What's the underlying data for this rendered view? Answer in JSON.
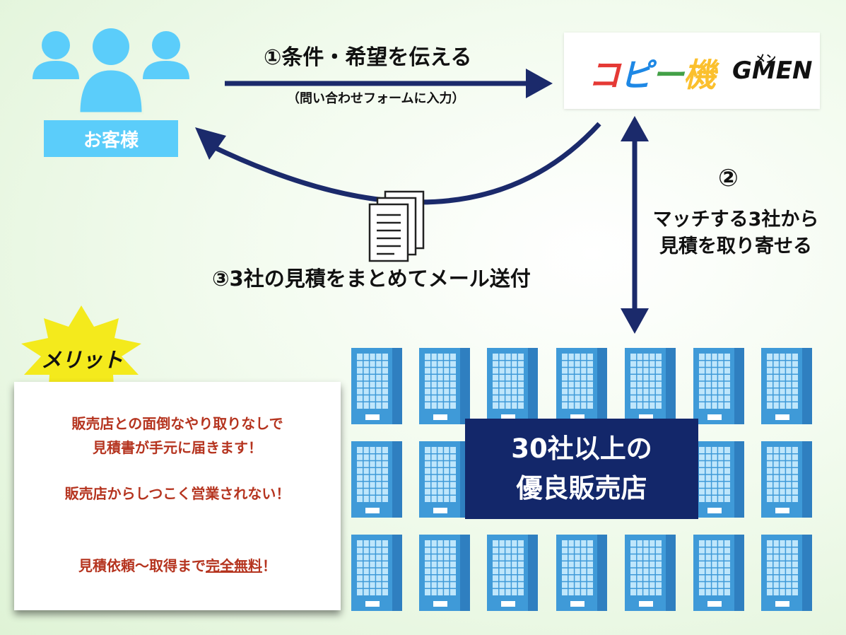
{
  "customer": {
    "label": "お客様",
    "icon": "users-icon"
  },
  "logo": {
    "text_parts": [
      "コ",
      "ピ",
      "ー",
      "機"
    ],
    "gmen": "GMEN",
    "men_kana": "メン",
    "icon": "logo"
  },
  "steps": {
    "step1": {
      "label": "①条件・希望を伝える",
      "sub": "（問い合わせフォームに入力）"
    },
    "step2": {
      "num": "②",
      "line1": "マッチする3社から",
      "line2": "見積を取り寄せる"
    },
    "step3": {
      "label": "③3社の見積をまとめてメール送付",
      "icon": "document-stack-icon"
    }
  },
  "dealers": {
    "line1": "30社以上の",
    "line2": "優良販売店",
    "icon": "building-icon"
  },
  "merit": {
    "badge": "メリット",
    "line1a": "販売店との面倒なやり取りなしで",
    "line1b": "見積書が手元に届きます！",
    "line2": "販売店からしつこく営業されない！",
    "line3_pre": "見積依頼〜取得まで",
    "line3_emph": "完全無料",
    "line3_post": "！"
  },
  "colors": {
    "arrow": "#1b2a6b",
    "customer": "#5bcdfa",
    "building": "#3f9ad8",
    "dealer_box": "#13276a",
    "merit_text": "#b5341f",
    "star": "#f4ea1c"
  }
}
